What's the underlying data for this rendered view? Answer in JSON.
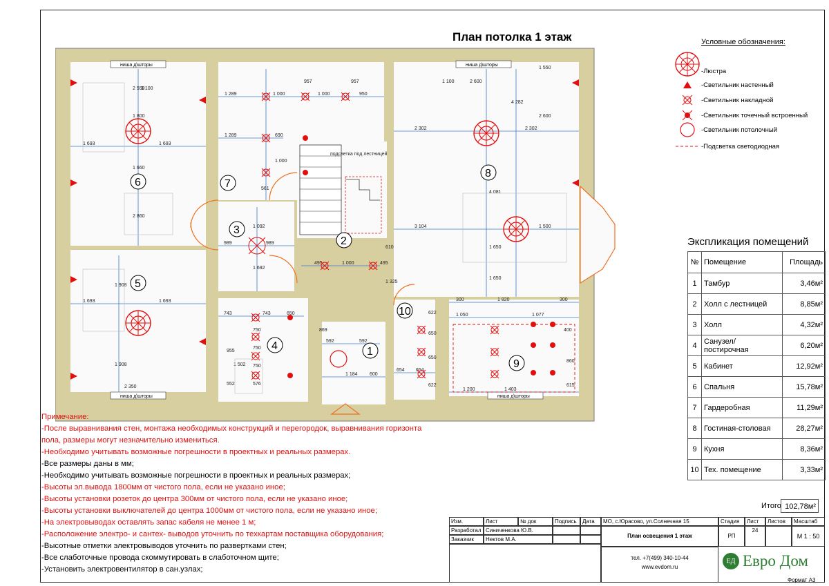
{
  "plan": {
    "title": "План потолка 1 этаж",
    "niche_label": "ниша д\\шторы",
    "stairs_light_label": "подсветка под лестницей",
    "rooms": [
      "6",
      "7",
      "3",
      "2",
      "8",
      "5",
      "4",
      "1",
      "10",
      "9"
    ],
    "dimensions": [
      "1 693",
      "1 693",
      "2 550",
      "3 100",
      "1 800",
      "1 660",
      "2 860",
      "1 289",
      "1 000",
      "1 000",
      "950",
      "957",
      "957",
      "1 289",
      "690",
      "1 000",
      "561",
      "1 100",
      "2 600",
      "2 302",
      "2 302",
      "3 104",
      "1 500",
      "4 282",
      "4 081",
      "1 650",
      "2 600",
      "1 550",
      "1 650",
      "989",
      "989",
      "1 092",
      "1 692",
      "495",
      "1 000",
      "495",
      "610",
      "1 325",
      "1 693",
      "1 693",
      "1 908",
      "1 908",
      "2 350",
      "743",
      "743",
      "650",
      "750",
      "750",
      "750",
      "576",
      "1 502",
      "955",
      "552",
      "592",
      "592",
      "869",
      "1 184",
      "600",
      "654",
      "654",
      "622",
      "650",
      "650",
      "622",
      "300",
      "1 820",
      "300",
      "1 050",
      "1 077",
      "1 200",
      "1 403",
      "400",
      "860",
      "615"
    ]
  },
  "legend": {
    "title": "Условные обозначения:",
    "items": [
      {
        "label": "-Люстра",
        "icon": "chandelier-icon"
      },
      {
        "label": "-Светильник настенный",
        "icon": "wall-lamp-icon"
      },
      {
        "label": "-Светильник накладной",
        "icon": "surface-lamp-icon"
      },
      {
        "label": "-Светильник точечный встроенный",
        "icon": "spot-lamp-icon"
      },
      {
        "label": "-Светильник потолочный",
        "icon": "ceiling-lamp-icon"
      },
      {
        "label": "-Подсветка светодиодная",
        "icon": "led-strip-icon"
      }
    ]
  },
  "explication": {
    "title": "Экспликация помещений",
    "headers": [
      "№",
      "Помещение",
      "Площадь"
    ],
    "rows": [
      {
        "n": "1",
        "name": "Тамбур",
        "area": "3,46м²"
      },
      {
        "n": "2",
        "name": "Холл с лестницей",
        "area": "8,85м²"
      },
      {
        "n": "3",
        "name": "Холл",
        "area": "4,32м²"
      },
      {
        "n": "4",
        "name": "Санузел/ постирочная",
        "area": "6,20м²"
      },
      {
        "n": "5",
        "name": "Кабинет",
        "area": "12,92м²"
      },
      {
        "n": "6",
        "name": "Спальня",
        "area": "15,78м²"
      },
      {
        "n": "7",
        "name": "Гардеробная",
        "area": "11,29м²"
      },
      {
        "n": "8",
        "name": "Гостиная-столовая",
        "area": "28,27м²"
      },
      {
        "n": "9",
        "name": "Кухня",
        "area": "8,36м²"
      },
      {
        "n": "10",
        "name": "Тех. помещение",
        "area": "3,33м²"
      }
    ],
    "total_label": "Итого",
    "total_value": "102,78м²"
  },
  "notes": [
    {
      "text": "Примечание:",
      "color": "#e01010"
    },
    {
      "text": "-После выравнивания стен, монтажа необходимых конструкций и перегородок, выравнивания горизонта пола, размеры могут незначительно измениться.",
      "color": "#e01010"
    },
    {
      "text": "-Необходимо учитывать возможные погрешности в проектных и реальных размерах.",
      "color": "#e01010"
    },
    {
      "text": "-Все размеры даны в мм;",
      "color": "#000000"
    },
    {
      "text": "-Необходимо учитывать возможные погрешности в проектных и реальных размерах;",
      "color": "#000000"
    },
    {
      "text": "-Высоты эл.вывода 1800мм от чистого пола, если не указано иное;",
      "color": "#e01010"
    },
    {
      "text": "-Высоты установки розеток до центра 300мм от чистого пола, если не указано иное;",
      "color": "#e01010"
    },
    {
      "text": "-Высоты установки выключателей до центра 1000мм от чистого пола, если не указано иное;",
      "color": "#e01010"
    },
    {
      "text": "-На электровыводах оставлять запас кабеля не менее 1 м;",
      "color": "#e01010"
    },
    {
      "text": "-Расположение электро- и сантех- выводов уточнить по техкартам поставщика оборудования;",
      "color": "#e01010"
    },
    {
      "text": "-Высотные отметки электровыводов уточнить по развертками стен;",
      "color": "#000000"
    },
    {
      "text": "-Все слаботочные провода скоммутировать в слаботочном щите;",
      "color": "#000000"
    },
    {
      "text": "-Установить электровентилятор в сан.узлах;",
      "color": "#000000"
    }
  ],
  "stamp": {
    "izm": "Изм.",
    "list": "Лист",
    "ndoc": "№ док",
    "podpis": "Подпись",
    "data": "Дата",
    "razrabotal": "Разработал",
    "razrabotal_name": "Синиченкова Ю.В.",
    "zakazchik": "Заказчик",
    "zakazchik_name": "Нектов М.А.",
    "address": "МО, с.Юрасово, ул.Солнечная 15",
    "sheet_title": "План освещения 1 этаж",
    "stadia_h": "Стадия",
    "list_h": "Лист",
    "listov_h": "Листов",
    "masshtab_h": "Масштаб",
    "stadia": "РП",
    "list_no": "24",
    "listov": "",
    "masshtab": "М 1 : 50",
    "phone": "тел. +7(499) 340-10-44",
    "site": "www.evdom.ru",
    "logo_mark": "ЕД",
    "logo_text": "Евро Дом",
    "format": "Формат А3"
  },
  "colors": {
    "accent_red": "#e01010",
    "wall": "#d8cfa0",
    "dim_blue": "#3a78c8",
    "door_orange": "#f07020",
    "logo_green": "#2e7d32"
  }
}
